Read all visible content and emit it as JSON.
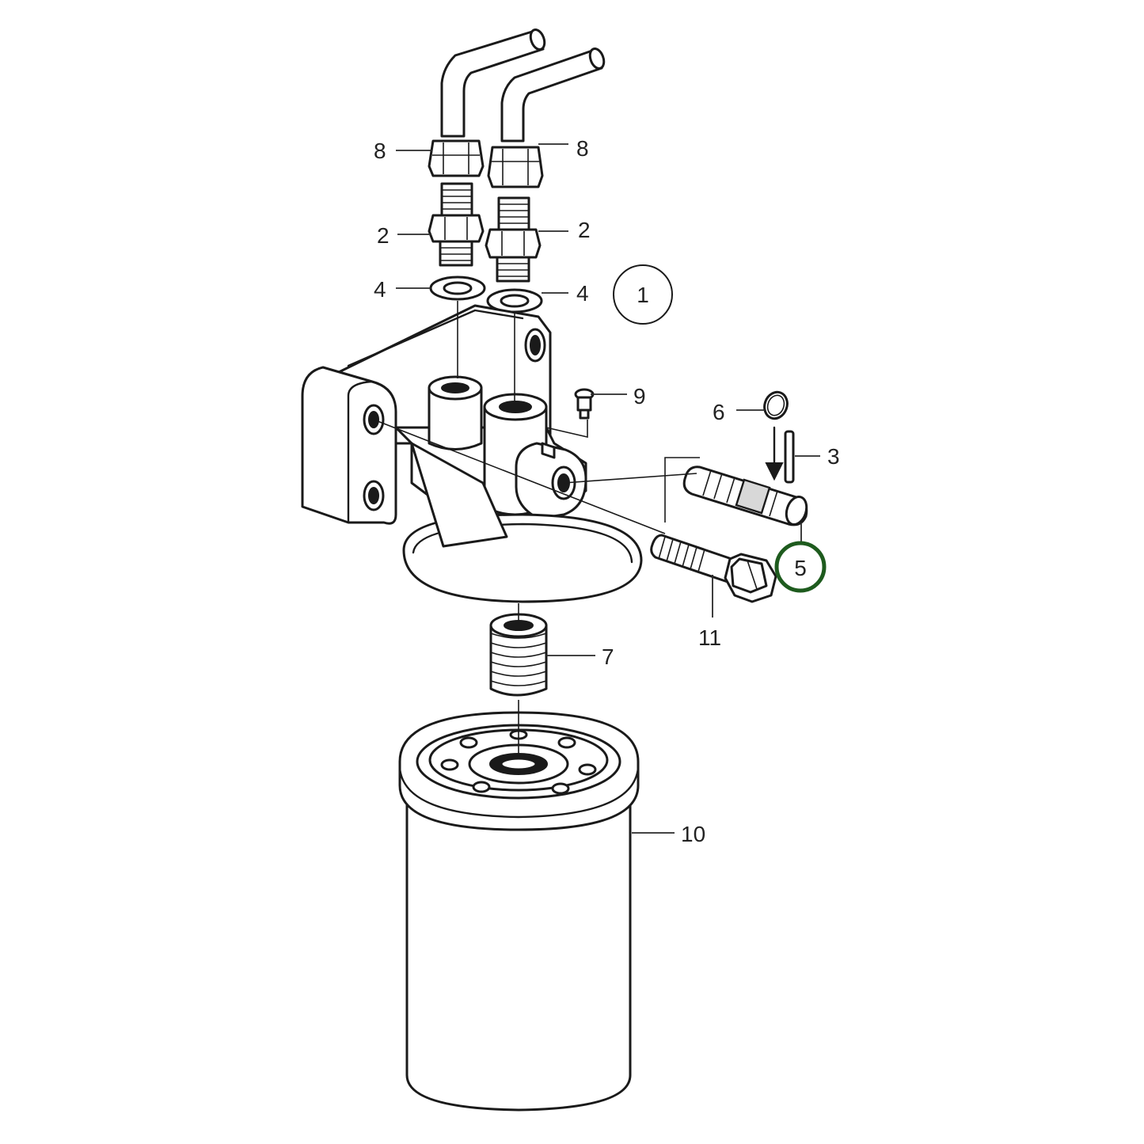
{
  "callouts": [
    {
      "id": "8a",
      "text": "8"
    },
    {
      "id": "8b",
      "text": "8"
    },
    {
      "id": "2a",
      "text": "2"
    },
    {
      "id": "2b",
      "text": "2"
    },
    {
      "id": "4a",
      "text": "4"
    },
    {
      "id": "4b",
      "text": "4"
    },
    {
      "id": "1",
      "text": "1"
    },
    {
      "id": "9",
      "text": "9"
    },
    {
      "id": "6",
      "text": "6"
    },
    {
      "id": "3",
      "text": "3"
    },
    {
      "id": "5",
      "text": "5"
    },
    {
      "id": "11",
      "text": "11"
    },
    {
      "id": "7",
      "text": "7"
    },
    {
      "id": "10",
      "text": "10"
    }
  ],
  "colors": {
    "line": "#1a1a1a",
    "highlight": "#1e5b1e",
    "background": "#ffffff"
  }
}
